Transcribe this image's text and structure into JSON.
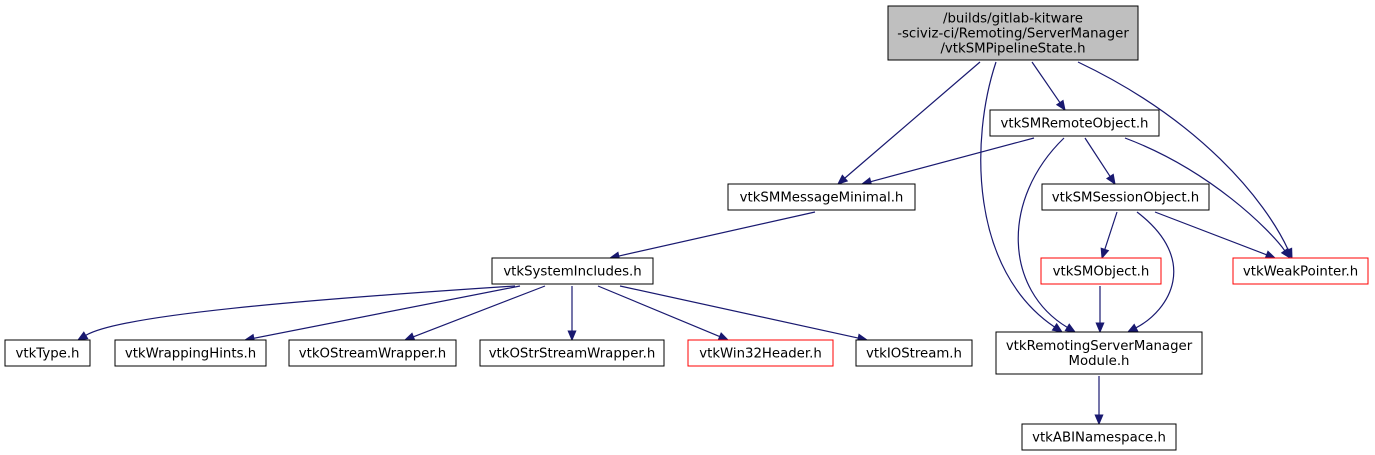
{
  "colors": {
    "edge": "#191970",
    "root_fill": "#bfbfbf",
    "missing_border": "#ff0000",
    "border": "#000000",
    "background": "#ffffff"
  },
  "nodes": [
    {
      "id": "root",
      "lines": [
        "/builds/gitlab-kitware",
        "-sciviz-ci/Remoting/ServerManager",
        "/vtkSMPipelineState.h"
      ],
      "style": "root"
    },
    {
      "id": "remote",
      "lines": [
        "vtkSMRemoteObject.h"
      ],
      "style": "normal"
    },
    {
      "id": "msg",
      "lines": [
        "vtkSMMessageMinimal.h"
      ],
      "style": "normal"
    },
    {
      "id": "session",
      "lines": [
        "vtkSMSessionObject.h"
      ],
      "style": "normal"
    },
    {
      "id": "sysinc",
      "lines": [
        "vtkSystemIncludes.h"
      ],
      "style": "normal"
    },
    {
      "id": "smobj",
      "lines": [
        "vtkSMObject.h"
      ],
      "style": "red"
    },
    {
      "id": "weak",
      "lines": [
        "vtkWeakPointer.h"
      ],
      "style": "red"
    },
    {
      "id": "type",
      "lines": [
        "vtkType.h"
      ],
      "style": "normal"
    },
    {
      "id": "hints",
      "lines": [
        "vtkWrappingHints.h"
      ],
      "style": "normal"
    },
    {
      "id": "ostream",
      "lines": [
        "vtkOStreamWrapper.h"
      ],
      "style": "normal"
    },
    {
      "id": "ostrstream",
      "lines": [
        "vtkOStrStreamWrapper.h"
      ],
      "style": "normal"
    },
    {
      "id": "win32",
      "lines": [
        "vtkWin32Header.h"
      ],
      "style": "red"
    },
    {
      "id": "iostream",
      "lines": [
        "vtkIOStream.h"
      ],
      "style": "normal"
    },
    {
      "id": "module",
      "lines": [
        "vtkRemotingServerManager",
        "Module.h"
      ],
      "style": "normal"
    },
    {
      "id": "abi",
      "lines": [
        "vtkABINamespace.h"
      ],
      "style": "normal"
    }
  ],
  "edges": [
    {
      "from": "root",
      "to": "msg"
    },
    {
      "from": "root",
      "to": "remote"
    },
    {
      "from": "root",
      "to": "module"
    },
    {
      "from": "root",
      "to": "weak"
    },
    {
      "from": "remote",
      "to": "msg"
    },
    {
      "from": "remote",
      "to": "session"
    },
    {
      "from": "remote",
      "to": "module"
    },
    {
      "from": "remote",
      "to": "weak"
    },
    {
      "from": "msg",
      "to": "sysinc"
    },
    {
      "from": "session",
      "to": "smobj"
    },
    {
      "from": "session",
      "to": "module"
    },
    {
      "from": "session",
      "to": "weak"
    },
    {
      "from": "smobj",
      "to": "module"
    },
    {
      "from": "sysinc",
      "to": "type"
    },
    {
      "from": "sysinc",
      "to": "hints"
    },
    {
      "from": "sysinc",
      "to": "ostream"
    },
    {
      "from": "sysinc",
      "to": "ostrstream"
    },
    {
      "from": "sysinc",
      "to": "win32"
    },
    {
      "from": "sysinc",
      "to": "iostream"
    },
    {
      "from": "module",
      "to": "abi"
    }
  ]
}
